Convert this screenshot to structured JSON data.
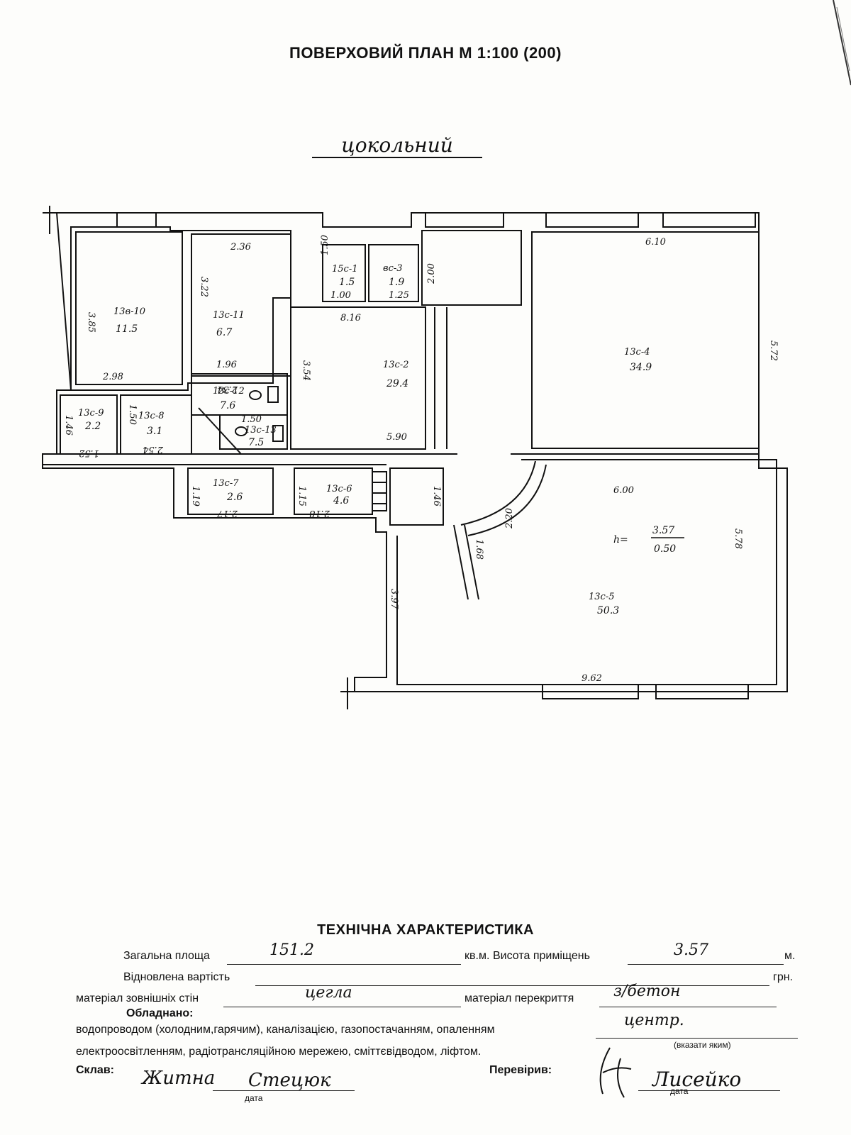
{
  "header": {
    "title": "ПОВЕРХОВИЙ ПЛАН М 1:100 (200)",
    "floor_label": "цокольний"
  },
  "rooms": [
    {
      "id": "10",
      "code": "13в-10",
      "area": "11.5"
    },
    {
      "id": "11",
      "code": "13с-11",
      "area": "6.7"
    },
    {
      "id": "1",
      "code": "15с-1",
      "area": "1.5"
    },
    {
      "id": "3",
      "code": "вс-3",
      "area": "1.9"
    },
    {
      "id": "2",
      "code": "13с-2",
      "area": "29.4"
    },
    {
      "id": "4",
      "code": "13с-4",
      "area": "34.9"
    },
    {
      "id": "12",
      "code": "13с-12",
      "area": "7.6"
    },
    {
      "id": "13",
      "code": "13с-13",
      "area": "7.5"
    },
    {
      "id": "9",
      "code": "13с-9",
      "area": "2.2"
    },
    {
      "id": "8",
      "code": "13с-8",
      "area": "3.1"
    },
    {
      "id": "7",
      "code": "13с-7",
      "area": "2.6"
    },
    {
      "id": "6",
      "code": "13с-6",
      "area": "4.6"
    },
    {
      "id": "5",
      "code": "13с-5",
      "area": "50.3"
    }
  ],
  "dimensions": {
    "r10_h": "3.85",
    "r10_w": "2.98",
    "r11_w": "2.36",
    "r11_h": "3.22",
    "r11_w2": "1.96",
    "r1_h": "1.50",
    "r1_w": "1.00",
    "r3_w": "1.25",
    "r3_h": "2.00",
    "r2_w_top": "8.16",
    "r2_h": "3.54",
    "r2_w": "5.90",
    "r4_w": "6.10",
    "r4_h": "5.72",
    "r12_w": "2.34",
    "r13_w": "1.50",
    "r9_h": "1.46",
    "r9_w": "1.52",
    "r8_h": "1.50",
    "r8_w": "2.54",
    "r7_h": "1.19",
    "r7_w": "2.17",
    "r6_h": "1.15",
    "r6_w": "2.18",
    "corr_h": "1.46",
    "arc": "2.20",
    "wall": "1.68",
    "r5_w_top": "6.00",
    "r5_h": "5.78",
    "r5_h2": "3.97",
    "r5_w": "9.62"
  },
  "height_note": {
    "label": "h=",
    "num": "3.57",
    "den": "0.50"
  },
  "tech": {
    "title": "ТЕХНІЧНА ХАРАКТЕРИСТИКА",
    "total_area_label": "Загальна площа",
    "total_area_value": "151.2",
    "unit_sqm": "кв.м.",
    "room_height_label": "Висота приміщень",
    "room_height_value": "3.57",
    "unit_m": "м.",
    "restored_value_label": "Відновлена вартість",
    "unit_uah": "грн.",
    "wall_material_label": "матеріал зовнішніх стін",
    "wall_material_value": "цегла",
    "floor_material_label": "матеріал перекриття",
    "floor_material_value": "з/бетон",
    "equipped_label": "Обладнано:",
    "equipped_line1": "водопроводом (холодним,гарячим), каналізацією, газопостачанням, опаленням",
    "heating_value": "центр.",
    "equipped_line2": "електроосвітленням, радіотрансляційною мережею, сміттєвідводом, ліфтом.",
    "specify_note": "(вказати яким)",
    "composed_label": "Склав:",
    "composed_sig1": "Житна",
    "composed_sig2": "Стецюк",
    "date_label": "дата",
    "checked_label": "Перевірив:",
    "checked_sig": "Лисейко",
    "date_label2": "дата"
  }
}
